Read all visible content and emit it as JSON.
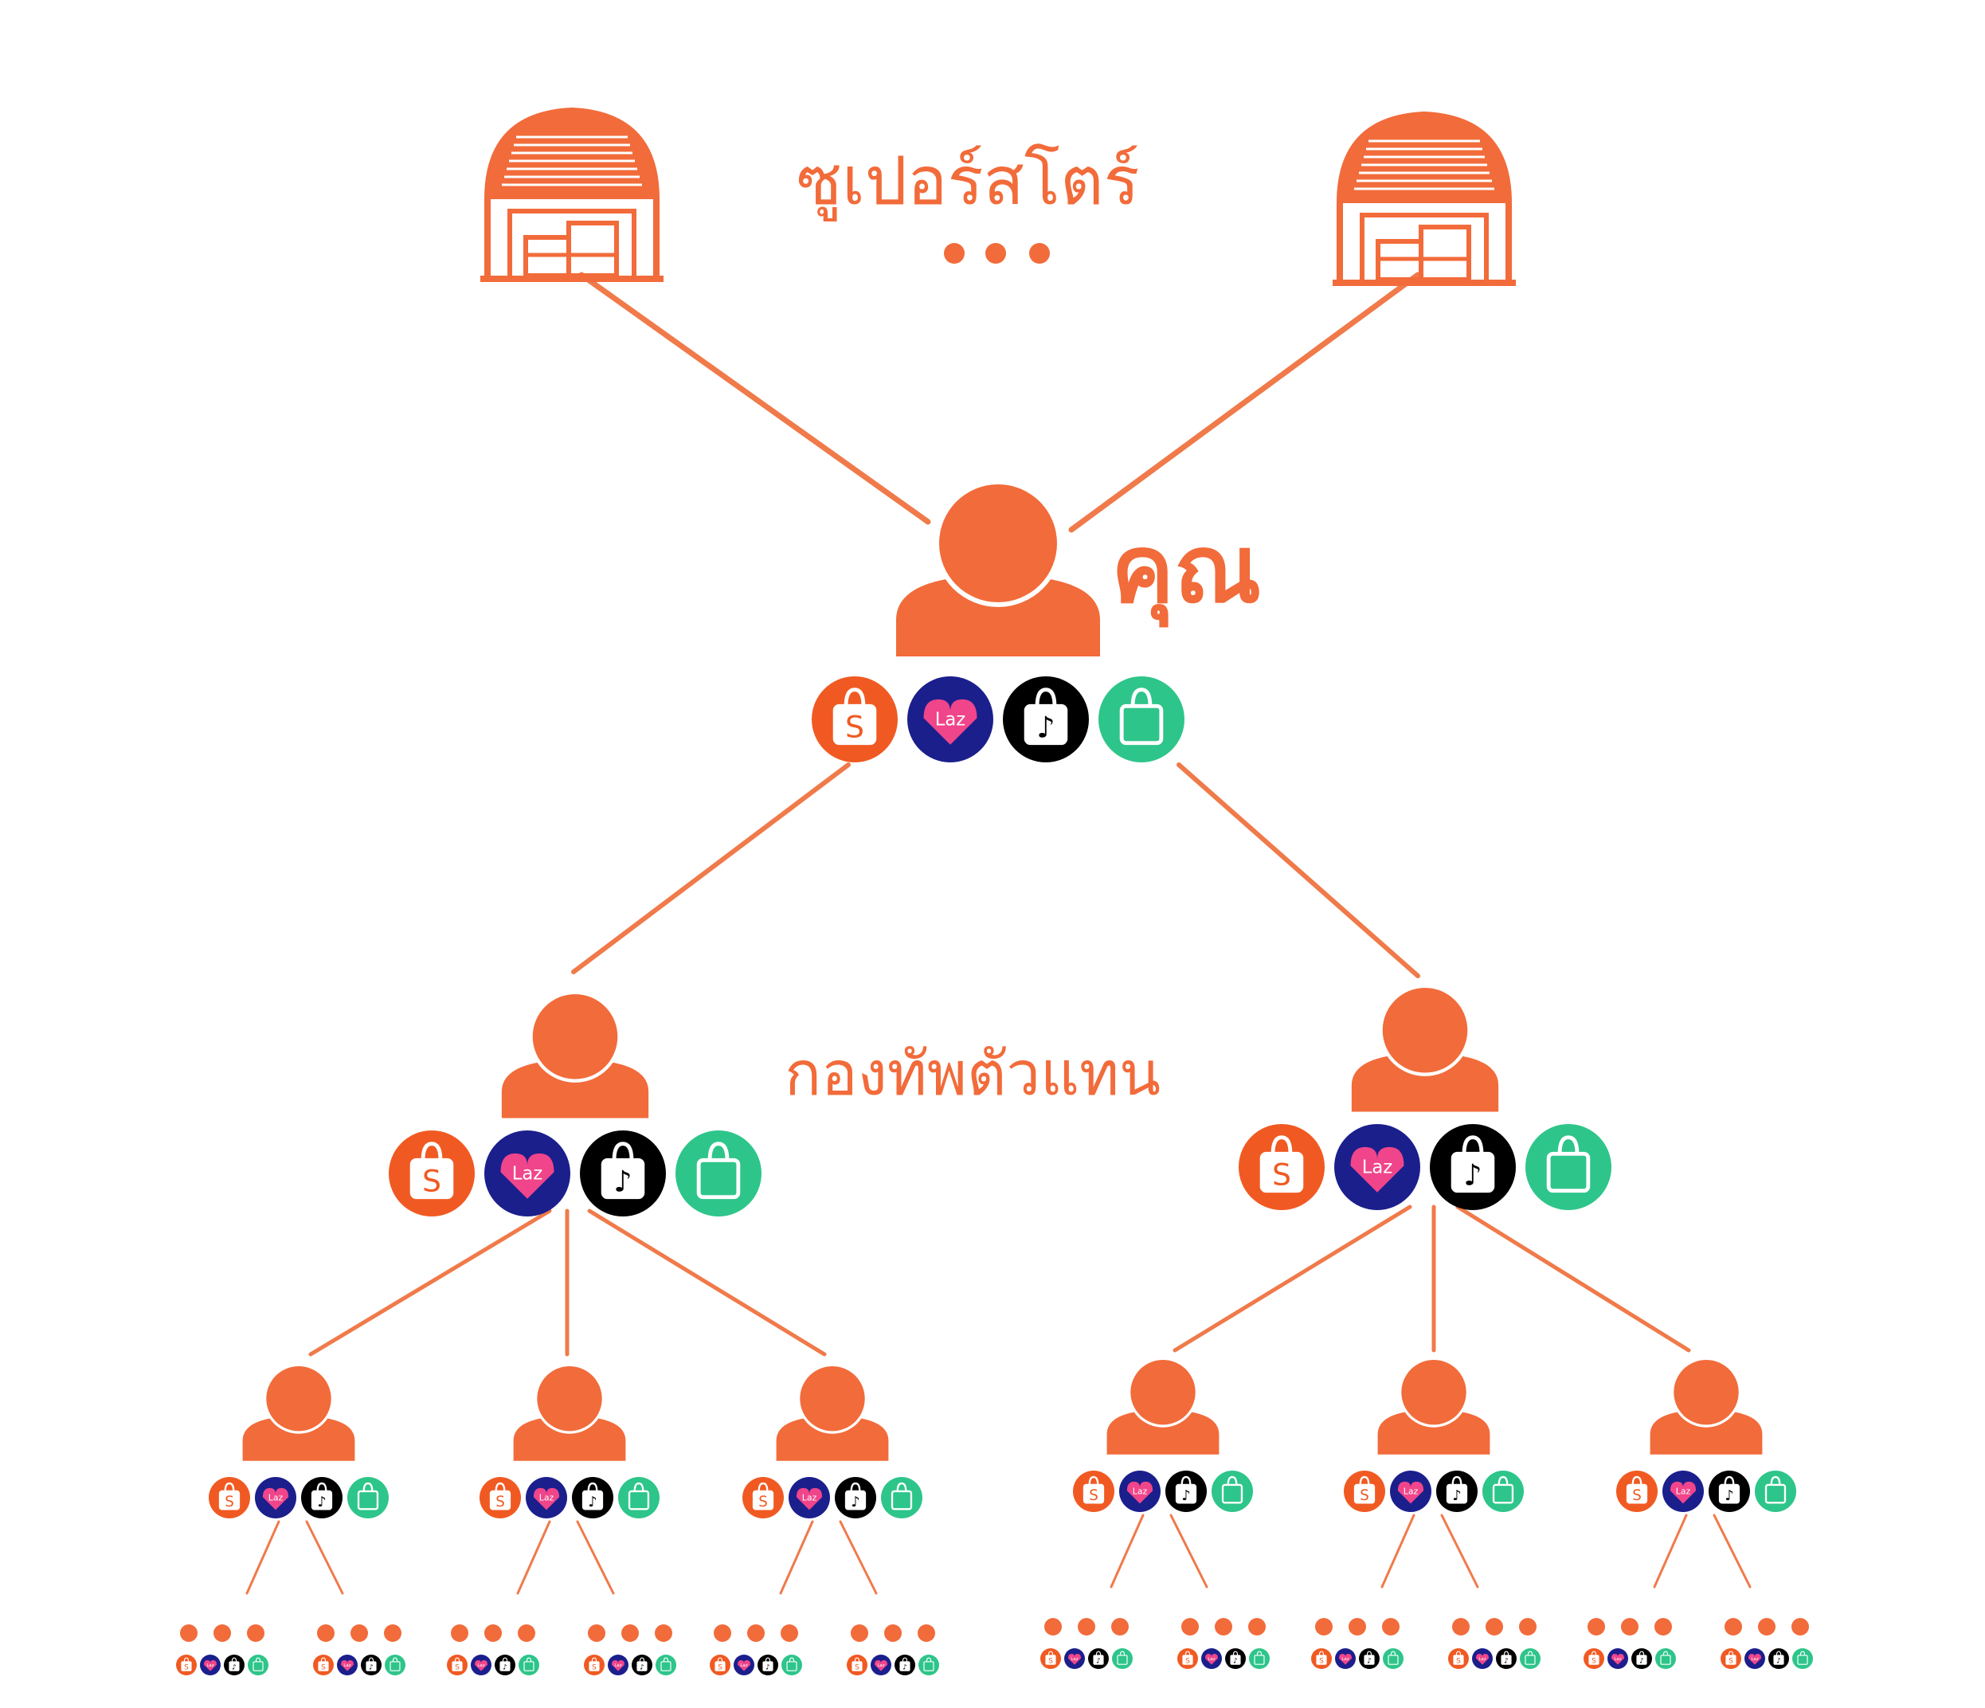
{
  "labels": {
    "superstore": "ซูเปอร์สโตร์",
    "you": "คุณ",
    "team": "กองทัพตัวแทน"
  },
  "platforms": [
    {
      "icon": "shopee-icon",
      "glyph": "S",
      "color": "#f05a22"
    },
    {
      "icon": "lazada-icon",
      "glyph": "Laz",
      "color": "#1b1f8c"
    },
    {
      "icon": "tiktok-shop-icon",
      "glyph": "♪",
      "color": "#000000"
    },
    {
      "icon": "line-shopping-icon",
      "glyph": "",
      "color": "#2ec58a"
    }
  ],
  "colors": {
    "accent": "#f26b3a",
    "line": "#f07a4a"
  }
}
